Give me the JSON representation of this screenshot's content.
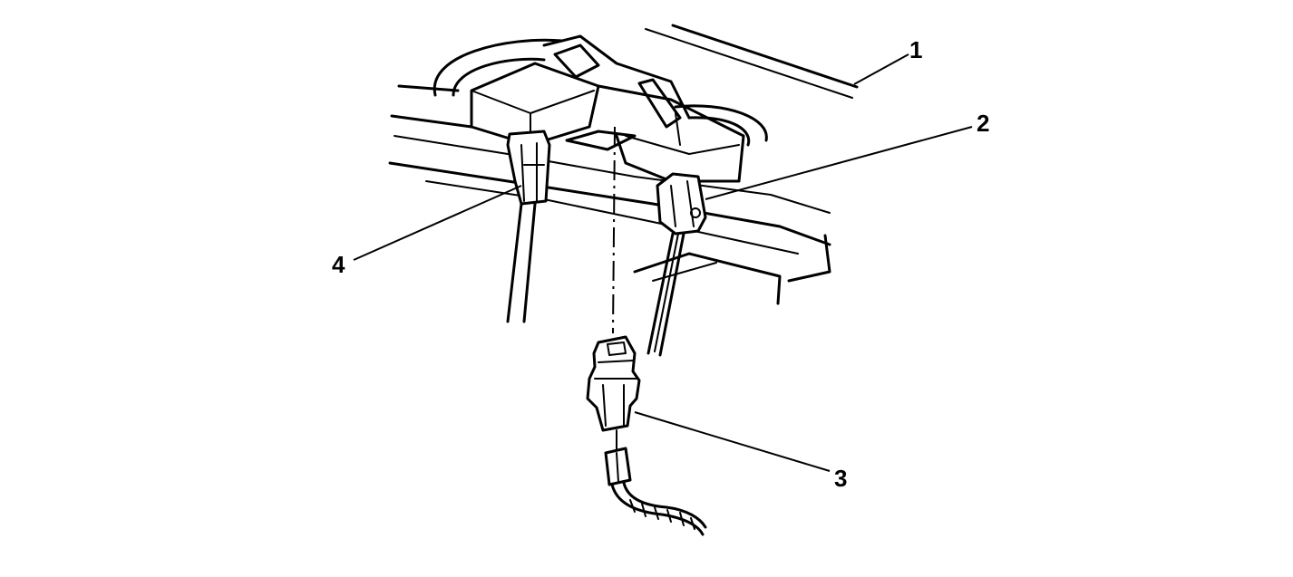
{
  "diagram": {
    "callouts": [
      {
        "id": "1",
        "label": "1"
      },
      {
        "id": "2",
        "label": "2"
      },
      {
        "id": "3",
        "label": "3"
      },
      {
        "id": "4",
        "label": "4"
      }
    ]
  },
  "colors": {
    "ink": "#000000",
    "paper": "#ffffff"
  }
}
